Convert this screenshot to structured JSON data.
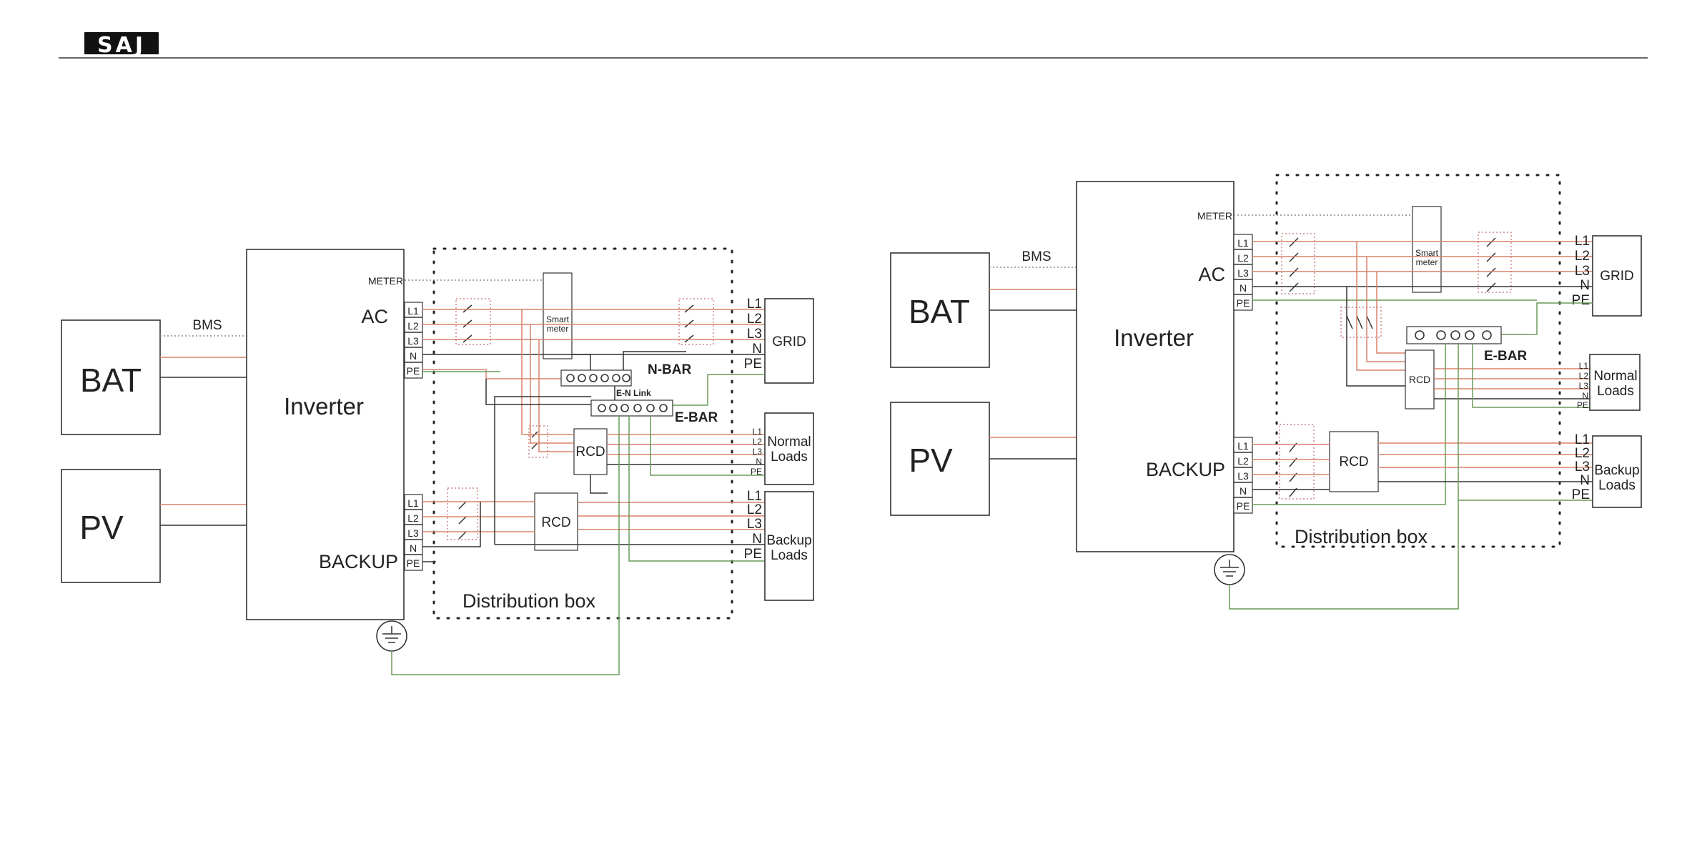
{
  "header": {
    "logo": "SAJ"
  },
  "diagram_left": {
    "bat": "BAT",
    "pv": "PV",
    "bms": "BMS",
    "inverter": "Inverter",
    "meter": "METER",
    "ac": "AC",
    "backup": "BACKUP",
    "ac_terminals": [
      "L1",
      "L2",
      "L3",
      "N",
      "PE"
    ],
    "backup_terminals": [
      "L1",
      "L2",
      "L3",
      "N",
      "PE"
    ],
    "smart_meter": [
      "Smart",
      "meter"
    ],
    "n_bar": "N-BAR",
    "e_n_link": "E-N Link",
    "e_bar": "E-BAR",
    "rcd_top": "RCD",
    "rcd_bottom": "RCD",
    "grid": "GRID",
    "grid_terminals": [
      "L1",
      "L2",
      "L3",
      "N",
      "PE"
    ],
    "normal_loads": [
      "Normal",
      "Loads"
    ],
    "normal_terminals": [
      "L1",
      "L2",
      "L3",
      "N",
      "PE"
    ],
    "backup_loads": [
      "Backup",
      "Loads"
    ],
    "backup_load_terminals": [
      "L1",
      "L2",
      "L3",
      "N",
      "PE"
    ],
    "distribution_box": "Distribution box"
  },
  "diagram_right": {
    "bat": "BAT",
    "pv": "PV",
    "bms": "BMS",
    "inverter": "Inverter",
    "meter": "METER",
    "ac": "AC",
    "backup": "BACKUP",
    "ac_terminals": [
      "L1",
      "L2",
      "L3",
      "N",
      "PE"
    ],
    "backup_terminals": [
      "L1",
      "L2",
      "L3",
      "N",
      "PE"
    ],
    "smart_meter": [
      "Smart",
      "meter"
    ],
    "e_bar": "E-BAR",
    "rcd_top": "RCD",
    "rcd_bottom": "RCD",
    "grid": "GRID",
    "grid_terminals": [
      "L1",
      "L2",
      "L3",
      "N",
      "PE"
    ],
    "normal_loads": [
      "Normal",
      "Loads"
    ],
    "normal_terminals": [
      "L1",
      "L2",
      "L3",
      "N",
      "PE"
    ],
    "backup_loads": [
      "Backup",
      "Loads"
    ],
    "backup_load_terminals": [
      "L1",
      "L2",
      "L3",
      "N",
      "PE"
    ],
    "distribution_box": "Distribution box"
  },
  "colors": {
    "live": "#d9826a",
    "neutral": "#333333",
    "earth": "#6a9a5a",
    "signal": "#888888"
  }
}
